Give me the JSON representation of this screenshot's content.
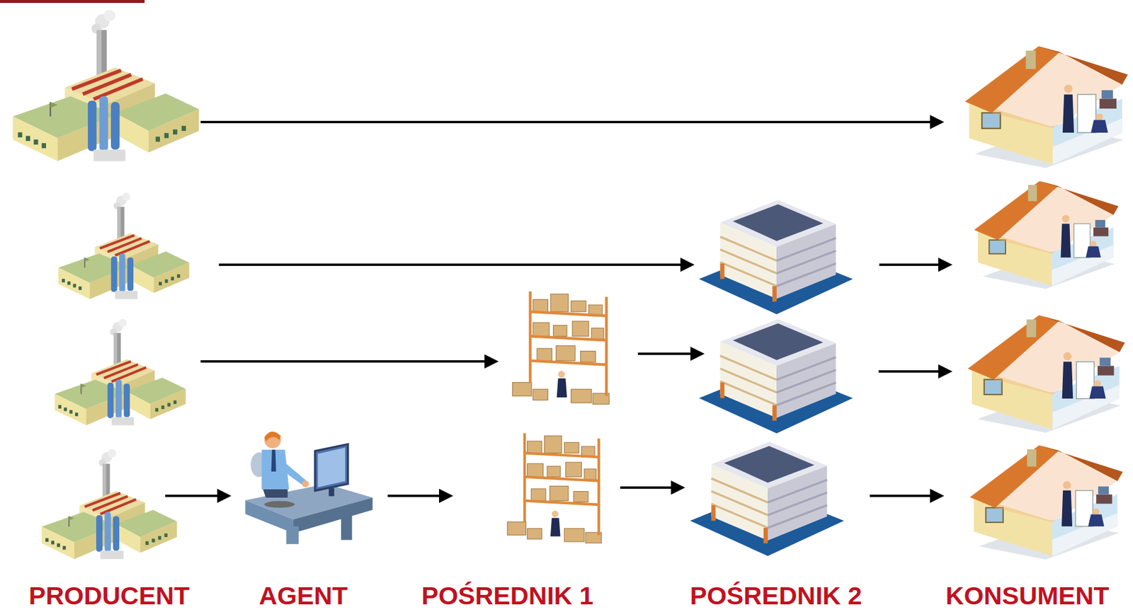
{
  "diagram": {
    "labels": [
      "PRODUCENT",
      "AGENT",
      "POŚREDNIK 1",
      "POŚREDNIK 2",
      "KONSUMENT"
    ]
  }
}
